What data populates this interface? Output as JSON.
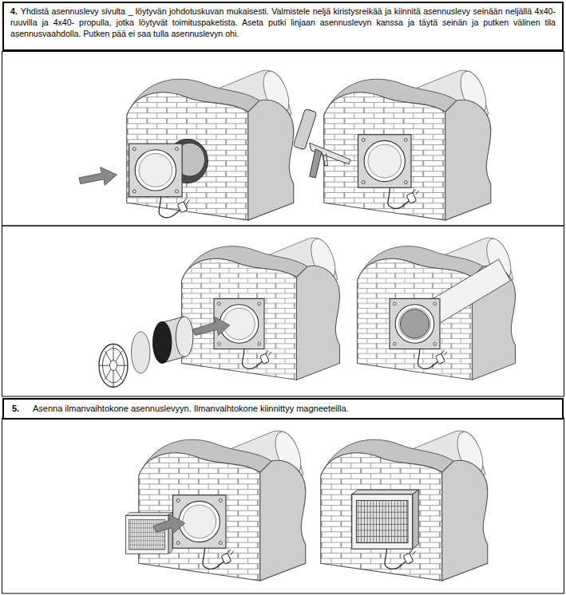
{
  "diagram": {
    "nodes": [
      {
        "text": [
          "4.",
          "Yhdistä asennuslevy sivulta _ löytyvän johdotuskuvan mukaisesti. Valmistele neljä kiristysreikää ja kiinnitä asennuslevy seinään neljällä 4x40-ruuvilla ja 4x40- propulla, jotka löytyvät toimituspaketista. Aseta putki linjaan asennuslevyn kanssa ja täytä seinän ja putken välinen tila asennusvaahdolla. Putken pää ei saa tulla asennuslevyn ohi."
        ]
      },
      {
        "text": [
          "5.",
          "Asenna ilmanvaihtokone asennuslevyyn. Ilmanvaihtokone kiinnittyy magneeteilla."
        ]
      }
    ]
  }
}
